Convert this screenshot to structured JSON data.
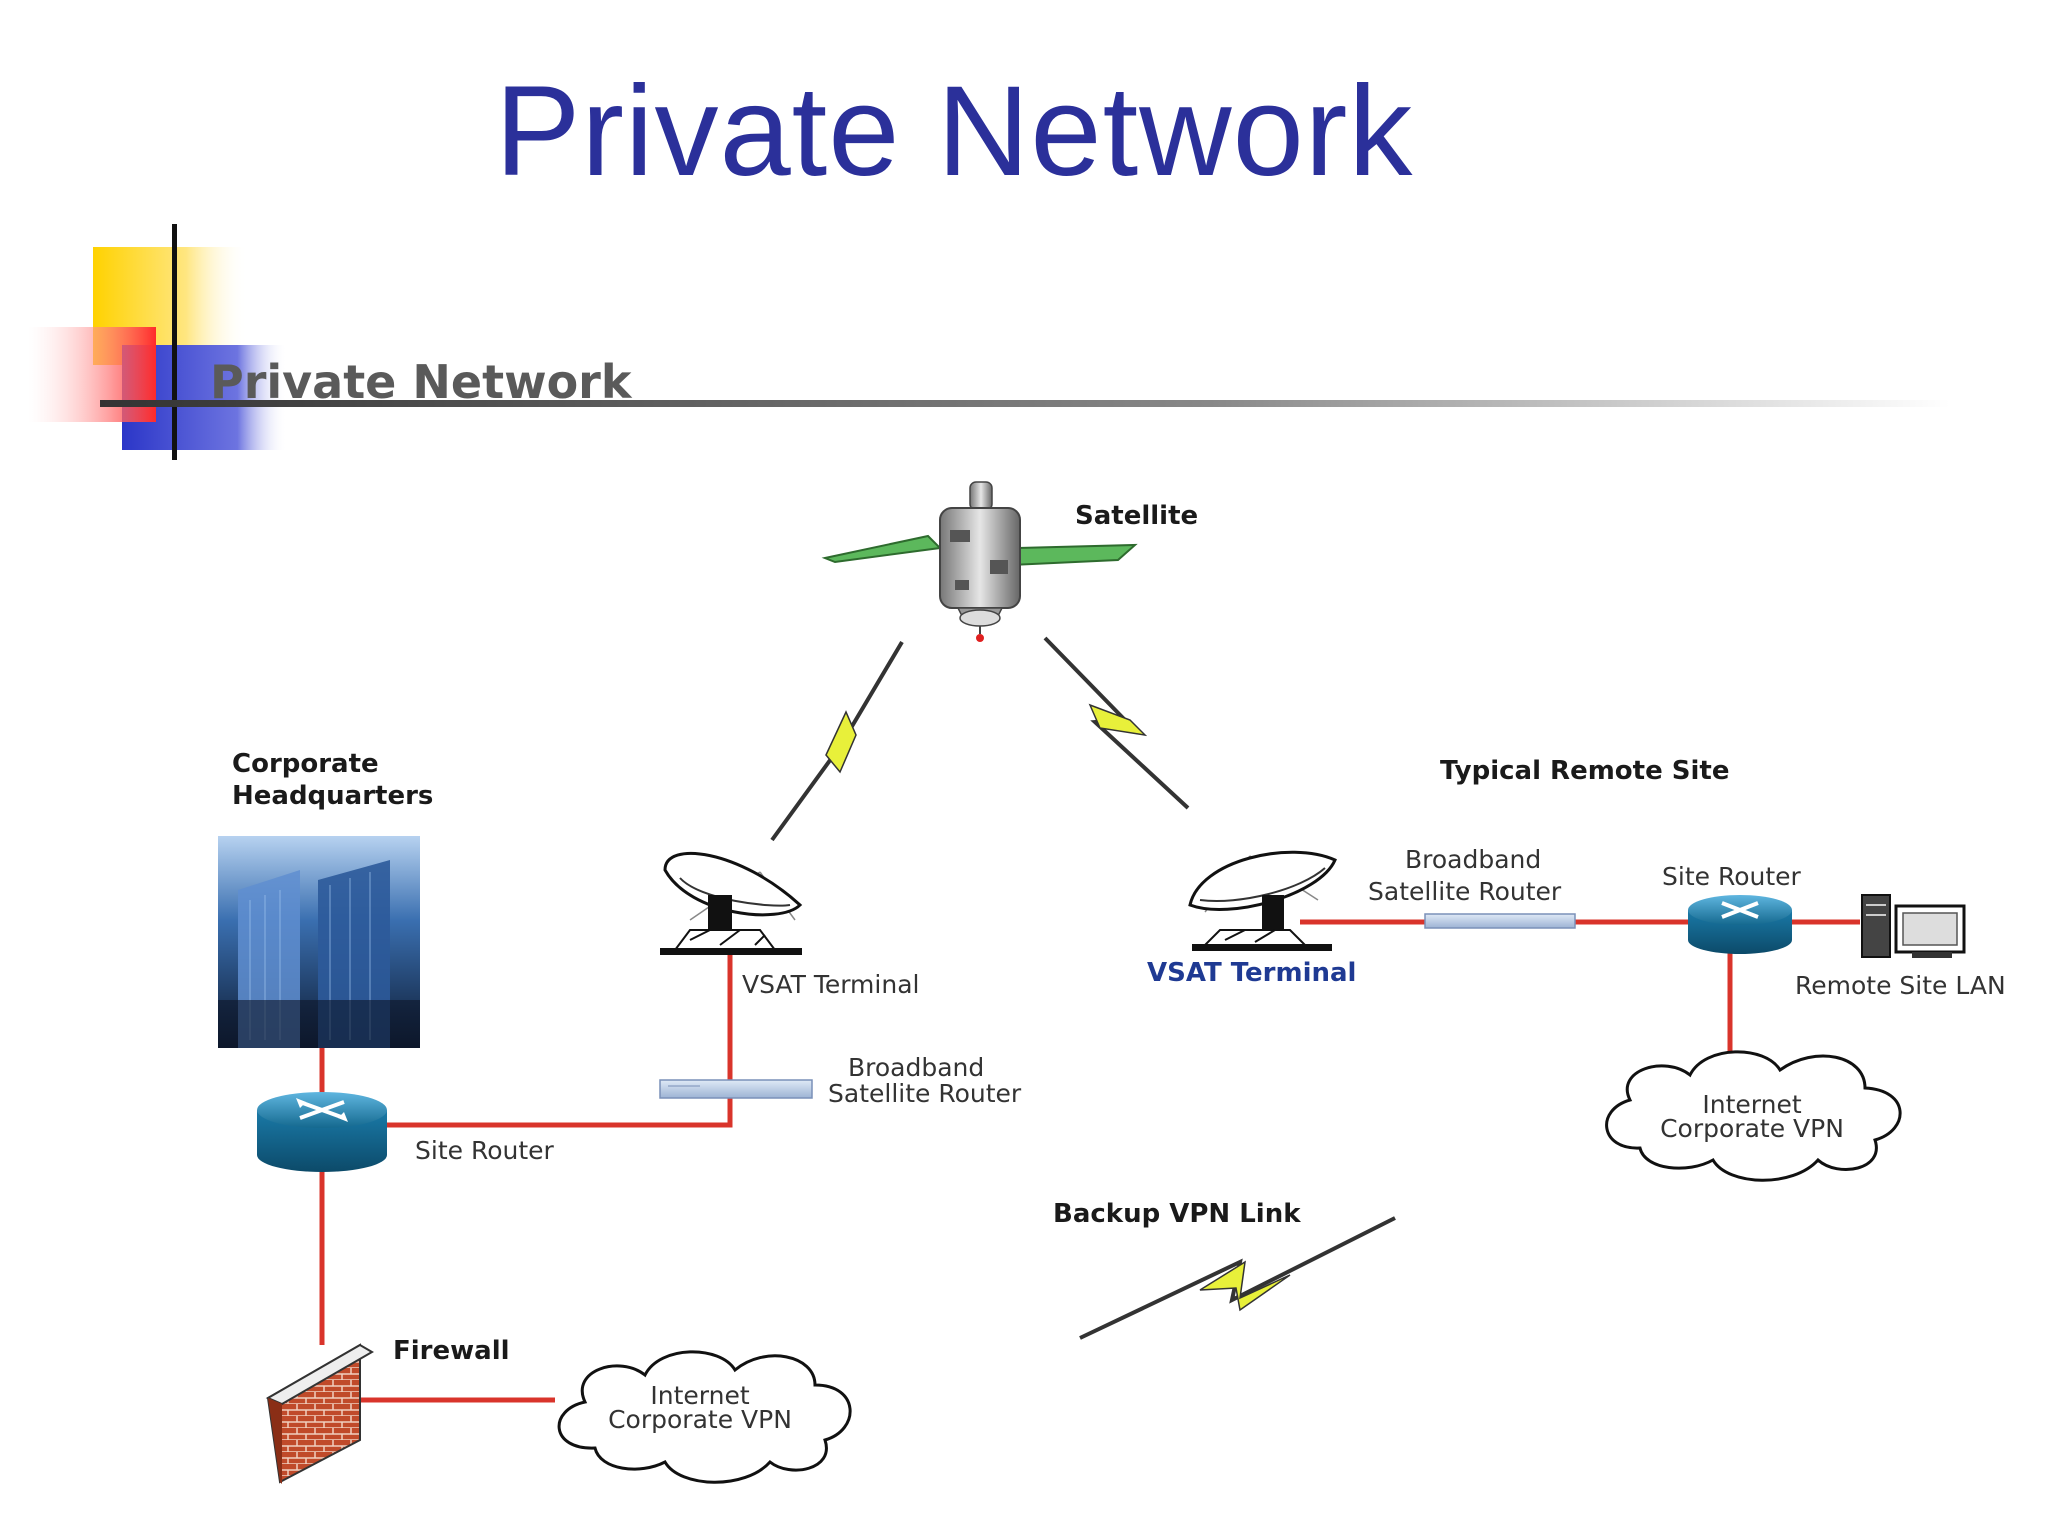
{
  "slide": {
    "title": "Private Network"
  },
  "image": {
    "banner_title": "Private Network",
    "labels": {
      "satellite": "Satellite",
      "corporate_hq_line1": "Corporate",
      "corporate_hq_line2": "Headquarters",
      "typical_remote_site": "Typical Remote Site",
      "vsat_terminal_left": "VSAT Terminal",
      "vsat_terminal_right": "VSAT Terminal",
      "bb_router_left_line1": "Broadband",
      "bb_router_left_line2": "Satellite  Router",
      "bb_router_right_line1": "Broadband",
      "bb_router_right_line2": "Satellite  Router",
      "site_router_left": "Site Router",
      "site_router_right": "Site Router",
      "remote_site_lan": "Remote Site LAN",
      "firewall": "Firewall",
      "internet_vpn_left_line1": "Internet",
      "internet_vpn_left_line2": "Corporate VPN",
      "internet_vpn_right_line1": "Internet",
      "internet_vpn_right_line2": "Corporate VPN",
      "backup_vpn_link": "Backup VPN Link"
    }
  },
  "colors": {
    "title": "#2b309a",
    "link_line": "#d9342b",
    "router_blue": "#1f86b8",
    "solar_panel": "#5cb85c",
    "lightning": "#e8f03a"
  }
}
